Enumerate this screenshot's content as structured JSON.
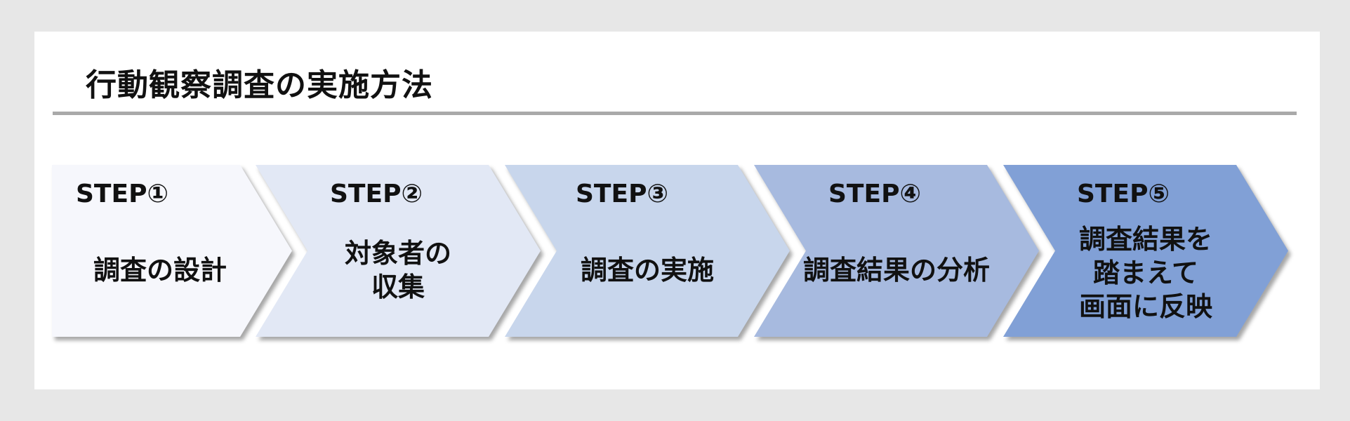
{
  "title": "行動観察調査の実施方法",
  "steps": [
    {
      "label": "STEP①",
      "text": "調査の設計",
      "color": "#f6f7fc"
    },
    {
      "label": "STEP②",
      "text": "対象者の\n収集",
      "color": "#e2e8f5"
    },
    {
      "label": "STEP③",
      "text": "調査の実施",
      "color": "#c8d6ec"
    },
    {
      "label": "STEP④",
      "text": "調査結果の分析",
      "color": "#a7badf"
    },
    {
      "label": "STEP⑤",
      "text": "調査結果を\n踏まえて\n画面に反映",
      "color": "#81a0d6"
    }
  ]
}
